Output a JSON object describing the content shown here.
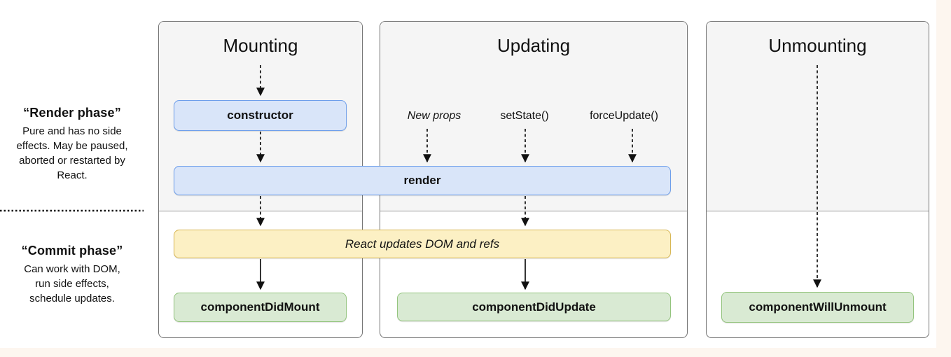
{
  "diagram": {
    "sidebar": {
      "render_phase": {
        "title": "“Render phase”",
        "description": "Pure and has no side effects. May be paused, aborted or restarted by React."
      },
      "commit_phase": {
        "title": "“Commit phase”",
        "description": "Can work with DOM, run side effects, schedule updates."
      }
    },
    "columns": [
      {
        "title": "Mounting"
      },
      {
        "title": "Updating",
        "triggers": [
          "New props",
          "setState()",
          "forceUpdate()"
        ]
      },
      {
        "title": "Unmounting"
      }
    ],
    "boxes": {
      "constructor": "constructor",
      "render": "render",
      "react_updates": "React updates DOM and refs",
      "component_did_mount": "componentDidMount",
      "component_did_update": "componentDidUpdate",
      "component_will_unmount": "componentWillUnmount"
    },
    "colors": {
      "lifecycle_box_fill": "#d9e5f9",
      "lifecycle_box_border": "#6d9eeb",
      "dom_update_box_fill": "#fcf0c4",
      "dom_update_box_border": "#d8b755",
      "commit_box_fill": "#d9ead3",
      "commit_box_border": "#93c47d",
      "phase_top_background": "#f5f5f5",
      "panel_border": "#737373",
      "page_margin": "#fdf6ef",
      "arrow": "#111111"
    }
  }
}
